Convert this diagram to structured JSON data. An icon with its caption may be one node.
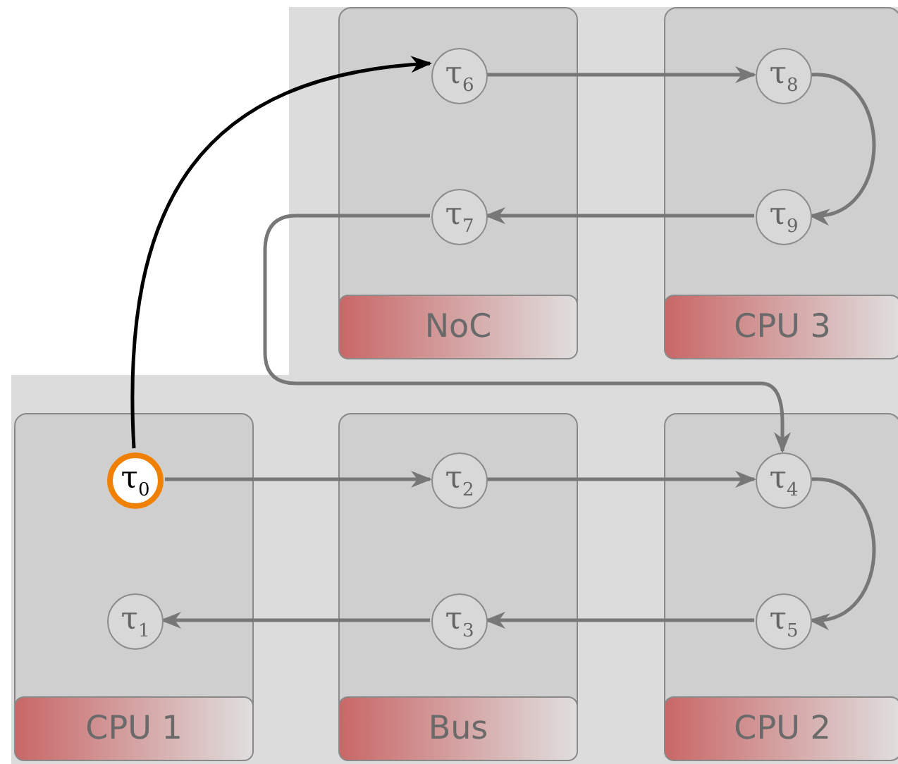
{
  "diagram": {
    "nodes": [
      {
        "text": [
          "NoC"
        ]
      },
      {
        "text": [
          "τ$_{6}$"
        ],
        "in": 0
      },
      {
        "text": [
          "τ$_{7}$"
        ],
        "in": 0
      },
      {
        "text": [
          "CPU 3"
        ]
      },
      {
        "text": [
          "τ$_{8}$"
        ],
        "in": 3
      },
      {
        "text": [
          "τ$_{9}$"
        ],
        "in": 3
      },
      {
        "text": [
          "CPU 1"
        ]
      },
      {
        "text": [
          "τ$_{0}$"
        ],
        "in": 6
      },
      {
        "text": [
          "τ$_{1}$"
        ],
        "in": 6
      },
      {
        "text": [
          "Bus"
        ]
      },
      {
        "text": [
          "τ$_{2}$"
        ],
        "in": 9
      },
      {
        "text": [
          "τ$_{3}$"
        ],
        "in": 9
      },
      {
        "text": [
          "CPU 2"
        ]
      },
      {
        "text": [
          "τ$_{4}$"
        ],
        "in": 12
      },
      {
        "text": [
          "τ$_{5}$"
        ],
        "in": 12
      }
    ],
    "edges": [
      {
        "from": 7,
        "to": 1,
        "arrow": "to",
        "color": "#000000"
      },
      {
        "from": 1,
        "to": 4,
        "arrow": "to"
      },
      {
        "from": 4,
        "to": 5,
        "arrow": "to"
      },
      {
        "from": 5,
        "to": 2,
        "arrow": "to"
      },
      {
        "from": 2,
        "to": 13,
        "arrow": "to"
      },
      {
        "from": 7,
        "to": 10,
        "arrow": "to"
      },
      {
        "from": 10,
        "to": 13,
        "arrow": "to"
      },
      {
        "from": 13,
        "to": 14,
        "arrow": "to"
      },
      {
        "from": 14,
        "to": 11,
        "arrow": "to"
      },
      {
        "from": 11,
        "to": 8,
        "arrow": "to"
      }
    ]
  }
}
